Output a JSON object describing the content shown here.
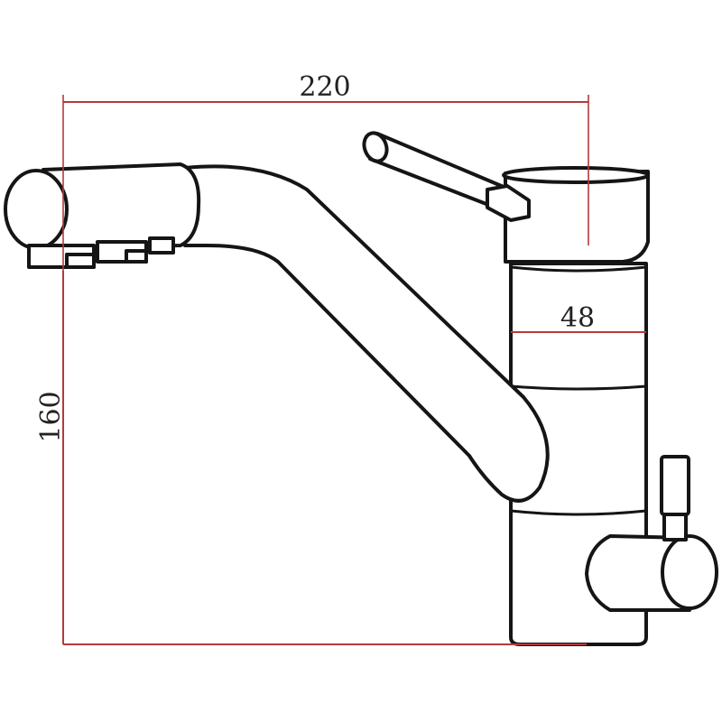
{
  "dimensions": {
    "width_label": "220",
    "body_diameter_label": "48",
    "height_label": "160"
  },
  "colors": {
    "dimension_line": "#b33a3a",
    "outline": "#151515",
    "background": "#ffffff"
  }
}
